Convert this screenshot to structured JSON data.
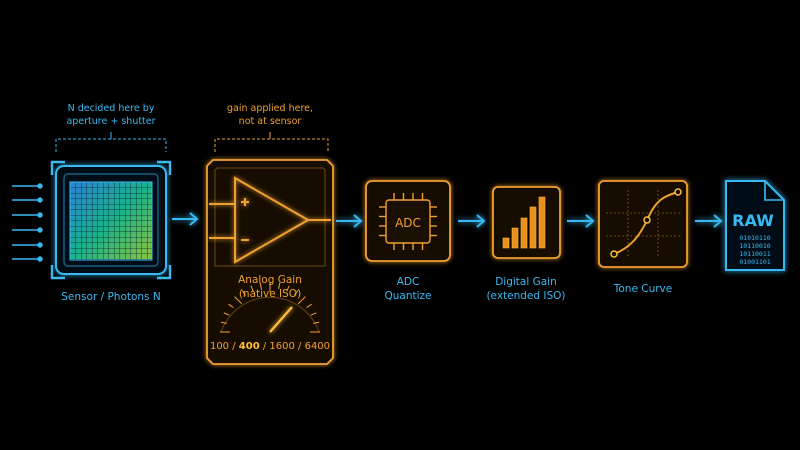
{
  "colors": {
    "background": "#000000",
    "sensor_accent": "#39b9f2",
    "gain_accent": "#f0a030",
    "highlight": "#ffc040"
  },
  "annotations": {
    "sensor_note": [
      "N decided here by",
      "aperture + shutter"
    ],
    "gain_note": [
      "gain applied here,",
      "not at sensor"
    ]
  },
  "stages": {
    "sensor": {
      "label": "Sensor / Photons N",
      "icon": "sensor-grid-icon"
    },
    "analog_gain": {
      "label_line1": "Analog Gain",
      "label_line2": "(native ISO)",
      "icon": "amplifier-icon",
      "iso_values": [
        "100",
        "400",
        "1600",
        "6400"
      ],
      "iso_selected": "400",
      "iso_separator": " / "
    },
    "adc": {
      "label_line1": "ADC",
      "label_line2": "Quantize",
      "chip_text": "ADC",
      "icon": "chip-icon"
    },
    "digital_gain": {
      "label_line1": "Digital Gain",
      "label_line2": "(extended ISO)",
      "icon": "bar-chart-icon"
    },
    "tone_curve": {
      "label": "Tone Curve",
      "icon": "curve-icon"
    },
    "raw": {
      "file_text": "RAW",
      "icon": "file-icon",
      "binary": [
        "01010110",
        "10110010",
        "10110011",
        "01001101"
      ]
    }
  }
}
